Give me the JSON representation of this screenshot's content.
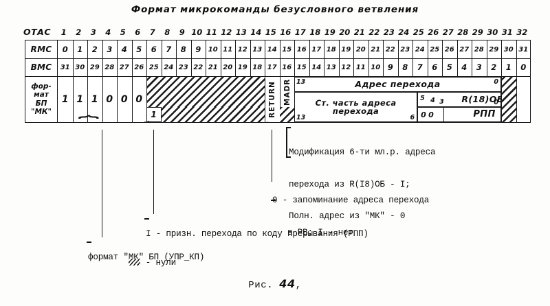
{
  "title": "Формат микрокоманды безусловного ветвления",
  "caption": {
    "prefix": "Рис. ",
    "number": "44",
    "suffix": ","
  },
  "table": {
    "corner_label": "ОТАС",
    "column_numbers": [
      "1",
      "2",
      "3",
      "4",
      "5",
      "6",
      "7",
      "8",
      "9",
      "10",
      "11",
      "12",
      "13",
      "14",
      "15",
      "16",
      "17",
      "18",
      "19",
      "20",
      "21",
      "22",
      "23",
      "24",
      "25",
      "26",
      "27",
      "28",
      "29",
      "30",
      "31",
      "32"
    ],
    "rows": [
      {
        "label": "RMC",
        "values": [
          "0",
          "1",
          "2",
          "3",
          "4",
          "5",
          "6",
          "7",
          "8",
          "9",
          "10",
          "11",
          "12",
          "13",
          "14",
          "15",
          "16",
          "17",
          "18",
          "19",
          "20",
          "21",
          "22",
          "23",
          "24",
          "25",
          "26",
          "27",
          "28",
          "29",
          "30",
          "31"
        ]
      },
      {
        "label": "BMC",
        "values": [
          "31",
          "30",
          "29",
          "28",
          "27",
          "26",
          "25",
          "24",
          "23",
          "22",
          "21",
          "20",
          "19",
          "18",
          "17",
          "16",
          "15",
          "14",
          "13",
          "12",
          "11",
          "10",
          "9",
          "8",
          "7",
          "6",
          "5",
          "4",
          "3",
          "2",
          "1",
          "0"
        ]
      }
    ],
    "format_row": {
      "label_lines": [
        "фор-",
        "мат",
        "БП",
        "\"МК\""
      ],
      "bits": [
        "1",
        "1",
        "1",
        "0",
        "0",
        "0"
      ],
      "hatched_marker_bit": "1",
      "return_label": "RETURN",
      "madr_label": "MADR",
      "address_field": {
        "name": "Адрес перехода",
        "left_bit": "13",
        "right_bit": "0"
      },
      "high_address_field": {
        "name": "Ст. часть адреса перехода",
        "left_bit": "13",
        "right_bit": "6"
      },
      "reg_field": {
        "name": "R(18)ОБ",
        "sub_bits": [
          "5",
          "4",
          "3"
        ],
        "trailing": "0"
      },
      "rpp_field": {
        "name": "РПП",
        "sub_bits": [
          "0",
          "0"
        ]
      }
    }
  },
  "annotations": [
    {
      "id": "modification-note",
      "lines": [
        "Модификация 6-ти мл.р. адреса",
        "перехода из R(I8)ОБ - I;",
        "Полн. адрес из \"МК\" - 0"
      ]
    },
    {
      "id": "return-note",
      "lines": [
        "0 - запоминание адреса перехода",
        "   в РВ; I - нет"
      ]
    },
    {
      "id": "interrupt-note",
      "lines": [
        "I - призн. перехода по коду прерывания (РПП)"
      ]
    },
    {
      "id": "format-note",
      "lines": [
        "формат \"МК\" БП (УПР_КП)"
      ]
    },
    {
      "id": "zeros-legend",
      "prefix": "",
      "text": " - нули"
    }
  ],
  "colors": {
    "ink": "#101010",
    "paper": "#fdfdfb"
  }
}
